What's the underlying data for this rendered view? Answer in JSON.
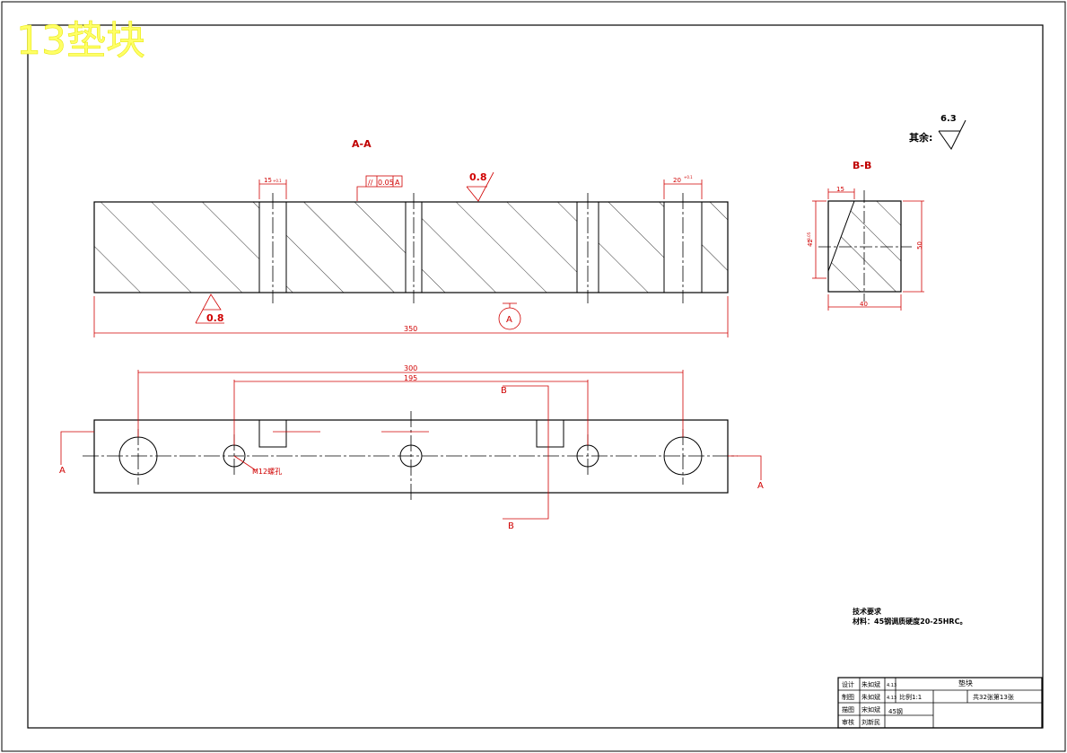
{
  "watermark": "13垫块",
  "views": {
    "section_aa": "A-A",
    "section_bb": "B-B",
    "marker_a": "A",
    "marker_b": "B",
    "datum": "A",
    "hole_note": "M12螺孔"
  },
  "roughness": {
    "top": "0.8",
    "bottom": "0.8",
    "rest_label": "其余:",
    "rest_value": "6.3"
  },
  "tolerance_frame": {
    "symbol": "//",
    "value": "0.05",
    "datum": "A"
  },
  "dimensions": {
    "length_total": "350",
    "hole_span_outer": "300",
    "hole_span_inner": "195",
    "slot_left": "15",
    "slot_left_tol": "+0.1",
    "slot_right": "20",
    "slot_right_tol": "+0.1",
    "bb_width": "40",
    "bb_height": "50",
    "bb_offset": "15",
    "bb_depth": "42",
    "bb_depth_tol": "+0.05"
  },
  "notes": {
    "heading": "技术要求",
    "line1": "材料：45钢调质硬度20-25HRC。"
  },
  "title_block": {
    "part_name": "垫块",
    "material": "45钢",
    "scale": "比例1:1",
    "sheet": "共32张第13张",
    "rows": [
      {
        "role": "设计",
        "name": "朱如斌",
        "date": "4.13"
      },
      {
        "role": "制图",
        "name": "朱如斌",
        "date": "4.13"
      },
      {
        "role": "描图",
        "name": "宋如斌",
        "date": ""
      },
      {
        "role": "审核",
        "name": "刘新民",
        "date": ""
      }
    ]
  }
}
